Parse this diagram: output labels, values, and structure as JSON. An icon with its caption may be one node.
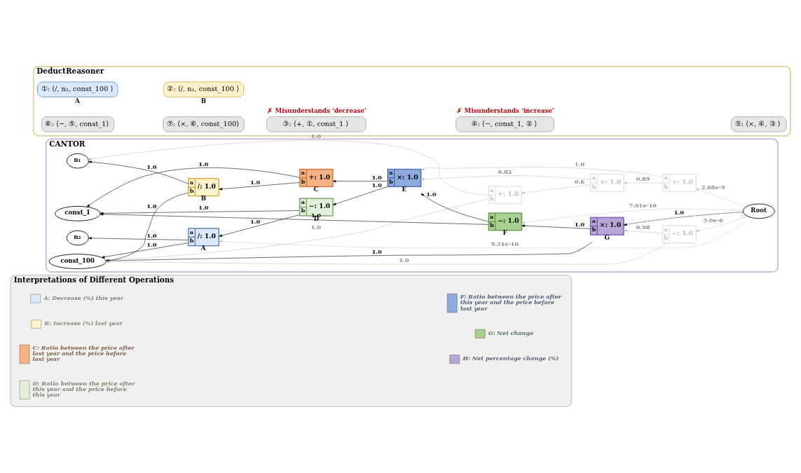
{
  "diagram": {
    "nodes": [
      {
        "text": [
          "DeductReasoner"
        ]
      },
      {
        "text": [
          "①: ⟨/, n₂, const_100 ⟩"
        ],
        "beside": [
          "A"
        ],
        "in": 0
      },
      {
        "text": [
          "②: ⟨/, n₁, const_100 ⟩"
        ],
        "beside": [
          "B"
        ],
        "in": 0
      },
      {
        "text": [
          "✗ Misunderstands ‘decrease’",
          "③: ⟨+, ①, const_1 ⟩"
        ],
        "in": 0
      },
      {
        "text": [
          "✗ Misunderstands ‘increase’",
          "④: ⟨−, const_1, ② ⟩"
        ],
        "in": 0
      },
      {
        "text": [
          "⑤: ⟨×, ④, ③ ⟩"
        ],
        "in": 0
      },
      {
        "text": [
          "⑥: ⟨−, ⑤, const_1⟩"
        ],
        "in": 0
      },
      {
        "text": [
          "⑦: ⟨×, ⑥, const_100⟩"
        ],
        "in": 0
      },
      {
        "text": [
          "CANTOR"
        ]
      },
      {
        "text": [
          "n₁"
        ],
        "in": 8
      },
      {
        "text": [
          "const_100"
        ],
        "in": 8
      },
      {
        "text": [
          "n₂"
        ],
        "in": 8
      },
      {
        "text": [
          "const_1"
        ],
        "in": 8
      },
      {
        "text": [
          "Root"
        ],
        "in": 8
      },
      {
        "text": [
          "a",
          "+: 1.0",
          "b"
        ],
        "in": 8
      },
      {
        "text": [
          "a",
          "/: 1.0",
          "b"
        ],
        "beside": [
          "B"
        ],
        "in": 8
      },
      {
        "text": [
          "a",
          "/: 1.0",
          "b"
        ],
        "beside": [
          "A"
        ],
        "in": 8
      },
      {
        "text": [
          "a",
          "+: 1.0",
          "b"
        ],
        "beside": [
          "C"
        ],
        "in": 8
      },
      {
        "text": [
          "a",
          "−: 1.0",
          "b"
        ],
        "beside": [
          "D"
        ],
        "in": 8
      },
      {
        "text": [
          "a",
          "×: 1.0",
          "b"
        ],
        "beside": [
          "E"
        ],
        "in": 8
      },
      {
        "text": [
          "a",
          "−: 1.0",
          "b"
        ],
        "beside": [
          "F"
        ],
        "in": 8
      },
      {
        "text": [
          "a",
          "×: 1.0",
          "b"
        ],
        "beside": [
          "G"
        ],
        "in": 8
      },
      {
        "text": [
          "a",
          "×: 1.0",
          "b"
        ],
        "in": 8
      },
      {
        "text": [
          "a",
          "+: 1.0",
          "b"
        ],
        "in": 8
      },
      {
        "text": [
          "a",
          "−: 1.0",
          "b"
        ],
        "in": 8
      },
      {
        "text": [
          "Interpretations of Different Operations"
        ]
      }
    ],
    "edges": [
      {
        "from": 14,
        "to": 9,
        "arrow": "to",
        "label": "1.0",
        "color": "#bfbfbf"
      },
      {
        "from": 14,
        "to": 10,
        "arrow": "to",
        "label": "1.0",
        "color": "#bfbfbf"
      },
      {
        "from": 15,
        "to": 9,
        "arrow": "to",
        "label": "1.0"
      },
      {
        "from": 15,
        "to": 10,
        "arrow": "to",
        "label": "1.0"
      },
      {
        "from": 16,
        "to": 11,
        "arrow": "to",
        "label": "1.0"
      },
      {
        "from": 16,
        "to": 10,
        "arrow": "to",
        "label": "1.0"
      },
      {
        "from": 17,
        "to": 15,
        "arrow": "to",
        "label": "1.0"
      },
      {
        "from": 17,
        "to": 12,
        "arrow": "to",
        "label": "1.0"
      },
      {
        "from": 18,
        "to": 12,
        "arrow": "to",
        "label": "1.0"
      },
      {
        "from": 18,
        "to": 16,
        "arrow": "to",
        "label": "1.0"
      },
      {
        "from": 19,
        "to": 17,
        "arrow": "to",
        "label": "1.0"
      },
      {
        "from": 19,
        "to": 18,
        "arrow": "to",
        "label": "1.0"
      },
      {
        "from": 20,
        "to": 19,
        "arrow": "to",
        "label": "1.0"
      },
      {
        "from": 20,
        "to": 12,
        "arrow": "to",
        "label": "1.0"
      },
      {
        "from": 21,
        "to": 20,
        "arrow": "to",
        "label": "1.0"
      },
      {
        "from": 21,
        "to": 10,
        "arrow": "to",
        "label": "1.0"
      },
      {
        "from": 22,
        "to": 14,
        "arrow": "to",
        "label": "0.6",
        "color": "#bfbfbf"
      },
      {
        "from": 22,
        "to": 19,
        "arrow": "to",
        "label": "0.82",
        "color": "#bfbfbf"
      },
      {
        "from": 23,
        "to": 19,
        "arrow": "to",
        "label": "1.0",
        "color": "#bfbfbf"
      },
      {
        "from": 23,
        "to": 22,
        "arrow": "to",
        "label": "0.89",
        "color": "#bfbfbf"
      },
      {
        "from": 24,
        "to": 10,
        "arrow": "to",
        "label": "1.0",
        "color": "#bfbfbf"
      },
      {
        "from": 24,
        "to": 21,
        "arrow": "to",
        "label": "0.98",
        "color": "#bfbfbf"
      },
      {
        "from": 13,
        "to": 21,
        "arrow": "to",
        "label": "1.0",
        "style": "dashed"
      },
      {
        "from": 13,
        "to": 20,
        "arrow": "to",
        "label": "7.01e-10",
        "style": "dashed",
        "color": "#bfbfbf"
      },
      {
        "from": 13,
        "to": 16,
        "arrow": "to",
        "label": "9.31e-10",
        "style": "dashed",
        "color": "#bfbfbf"
      },
      {
        "from": 13,
        "to": 23,
        "arrow": "to",
        "label": "2.68e-9",
        "style": "dashed",
        "color": "#bfbfbf"
      },
      {
        "from": 13,
        "to": 24,
        "arrow": "to",
        "label": "3.0e-6",
        "style": "dashed",
        "color": "#bfbfbf"
      }
    ],
    "legend": [
      {
        "text": "A: Decrease (%) this year",
        "color": "#dae8fc"
      },
      {
        "text": "B: Increase (%) last year",
        "color": "#fff2cc"
      },
      {
        "text": "C: Ratio between the price after last year and the price before last year",
        "color": "#f4b183"
      },
      {
        "text": "D: Ratio between the price after this year and the price before this year",
        "color": "#e2f0d9"
      },
      {
        "text": "F: Ratio between the price after this year and the price before last year",
        "color": "#8faadc"
      },
      {
        "text": "G: Net change",
        "color": "#a9d18e"
      },
      {
        "text": "H: Net percentage change (%)",
        "color": "#b4a7d6"
      }
    ]
  }
}
